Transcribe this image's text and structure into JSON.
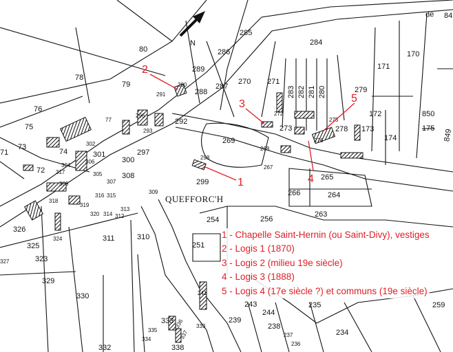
{
  "map": {
    "place_name": "QUEFFORC'H",
    "north_label": "N",
    "road_label": "de",
    "colors": {
      "annotation": "#e11d24",
      "lines": "#111111"
    },
    "parcels": [
      "80",
      "78",
      "79",
      "285",
      "284",
      "286",
      "289",
      "290",
      "291",
      "288",
      "287",
      "270",
      "271",
      "283",
      "282",
      "281",
      "280",
      "279",
      "171",
      "170",
      "172",
      "173",
      "174",
      "850",
      "175",
      "849",
      "275",
      "278",
      "276",
      "273",
      "272",
      "269",
      "268",
      "267",
      "265",
      "264",
      "266",
      "263",
      "292",
      "296",
      "293",
      "297",
      "300",
      "298",
      "299",
      "308",
      "307",
      "309",
      "76",
      "75",
      "73",
      "71",
      "74",
      "72",
      "77",
      "301",
      "302",
      "304",
      "305",
      "306",
      "317",
      "369",
      "318",
      "316",
      "315",
      "319",
      "313",
      "314",
      "312",
      "320",
      "326",
      "325",
      "324",
      "323",
      "327",
      "329",
      "330",
      "311",
      "310",
      "254",
      "251",
      "256",
      "241",
      "243",
      "244",
      "235",
      "239",
      "238",
      "237",
      "236",
      "234",
      "259",
      "333",
      "335",
      "336",
      "337",
      "339",
      "334",
      "332",
      "338",
      "84"
    ],
    "markers": [
      "1",
      "2",
      "3",
      "4",
      "5"
    ]
  },
  "legend": {
    "items": [
      "1 - Chapelle Saint-Hernin (ou Saint-Divy), vestiges",
      "2 - Logis 1 (1870)",
      "3 - Logis 2 (milieu 19e siècle)",
      "4 - Logis 3 (1888)",
      "5 - Logis 4 (17e siècle ?) et communs (19e siècle)"
    ]
  }
}
